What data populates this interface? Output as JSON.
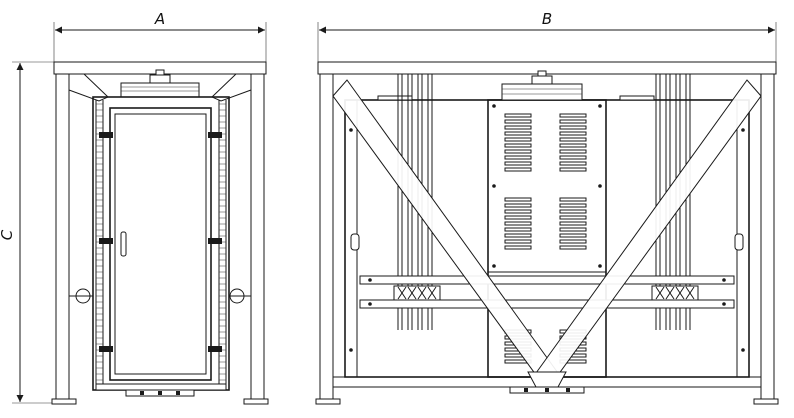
{
  "dimensions": {
    "a": "A",
    "b": "B",
    "c": "C"
  },
  "colors": {
    "line": "#1a1a1a",
    "background": "#ffffff"
  }
}
